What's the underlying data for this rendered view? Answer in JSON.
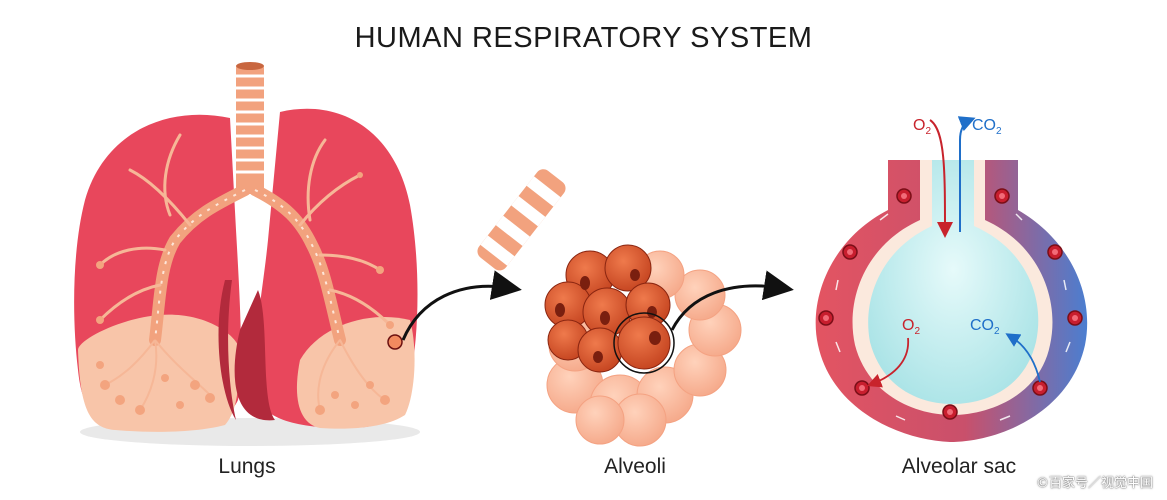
{
  "title": "HUMAN RESPIRATORY SYSTEM",
  "captions": {
    "lungs": "Lungs",
    "alveoli": "Alveoli",
    "sac": "Alveolar sac"
  },
  "gas": {
    "o2": "O",
    "co2": "CO",
    "sub": "2"
  },
  "watermark": "©百家号／视觉中国",
  "colors": {
    "lung_red": "#e8475c",
    "lung_dark": "#b22a3c",
    "lung_pink": "#f7bfa2",
    "airway": "#f2a27e",
    "alveoli_orange": "#d9542b",
    "sac_fluid": "#c9eeee",
    "vessel_red": "#e25662",
    "vessel_blue": "#4e7fcf",
    "o2_text": "#c8232c",
    "co2_text": "#1f6fc9"
  }
}
